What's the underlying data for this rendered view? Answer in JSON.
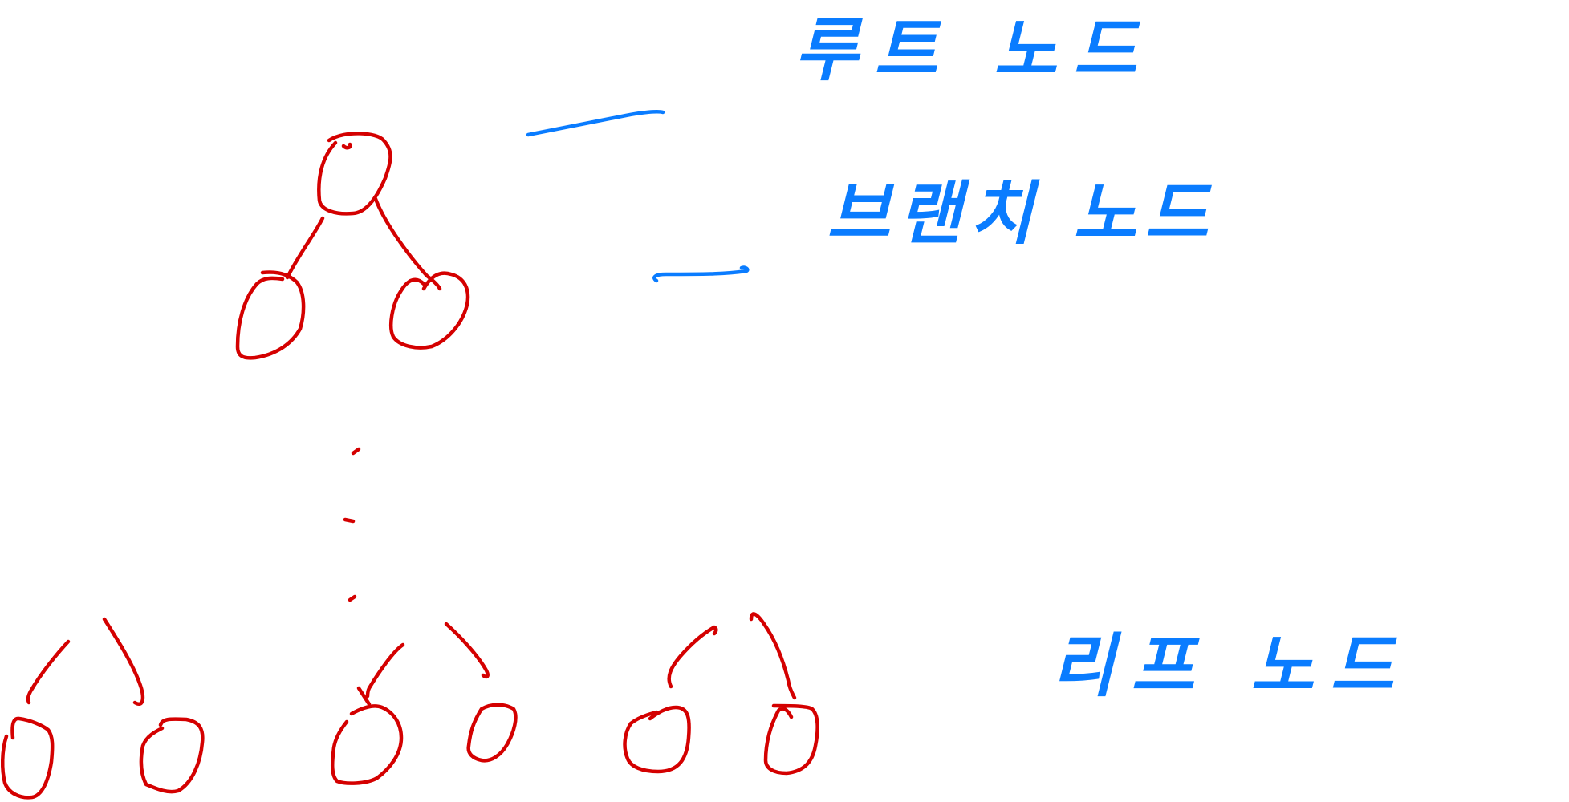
{
  "colors": {
    "tree": "#d40000",
    "annotation": "#0a7cff",
    "background": "#ffffff"
  },
  "labels": {
    "root": "루트 노드",
    "branch": "브랜치 노드",
    "leaf": "리프 노드"
  }
}
